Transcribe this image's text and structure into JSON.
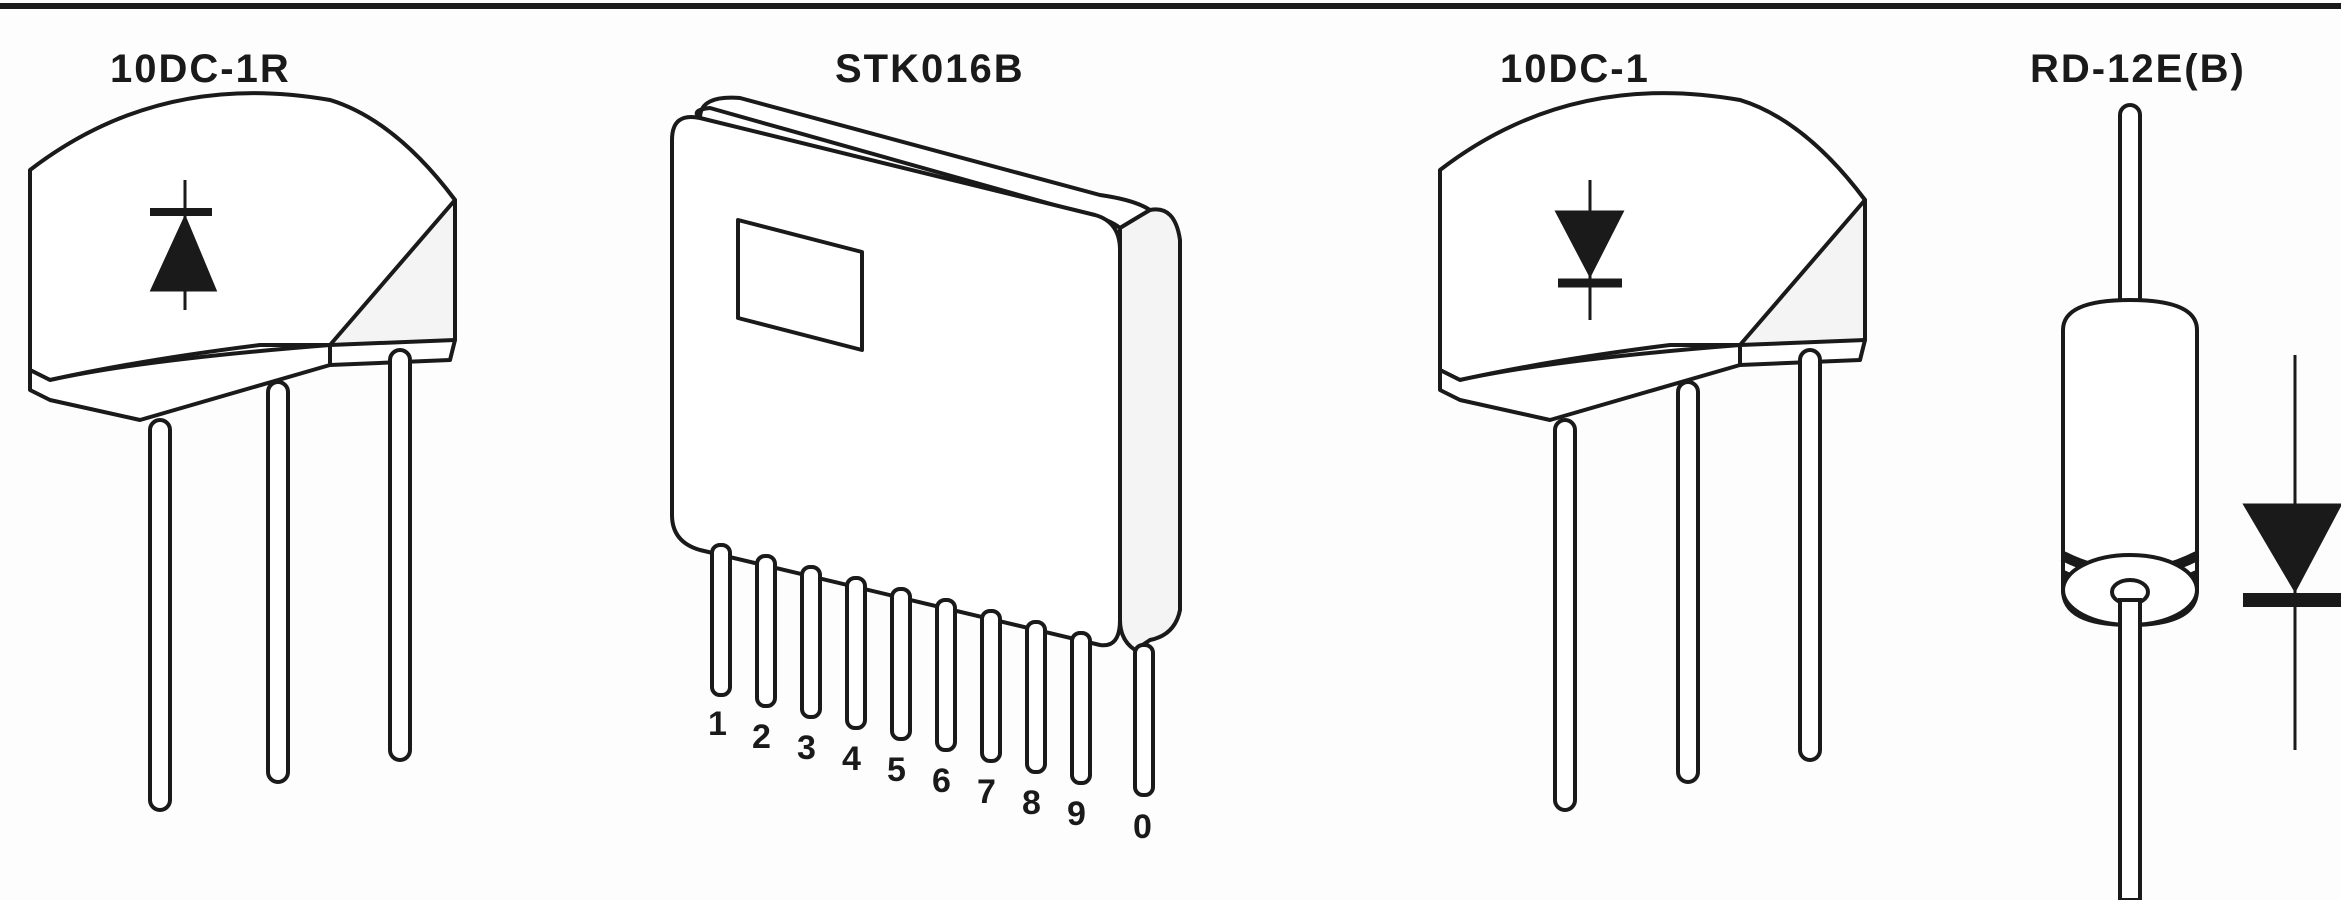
{
  "components": [
    {
      "id": "bridge-rectifier-r",
      "label": "10DC-1R"
    },
    {
      "id": "hybrid-ic",
      "label": "STK016B",
      "pins": [
        "1",
        "2",
        "3",
        "4",
        "5",
        "6",
        "7",
        "8",
        "9",
        "0"
      ]
    },
    {
      "id": "bridge-rectifier",
      "label": "10DC-1"
    },
    {
      "id": "axial-diode",
      "label": "RD-12E(B)"
    }
  ]
}
